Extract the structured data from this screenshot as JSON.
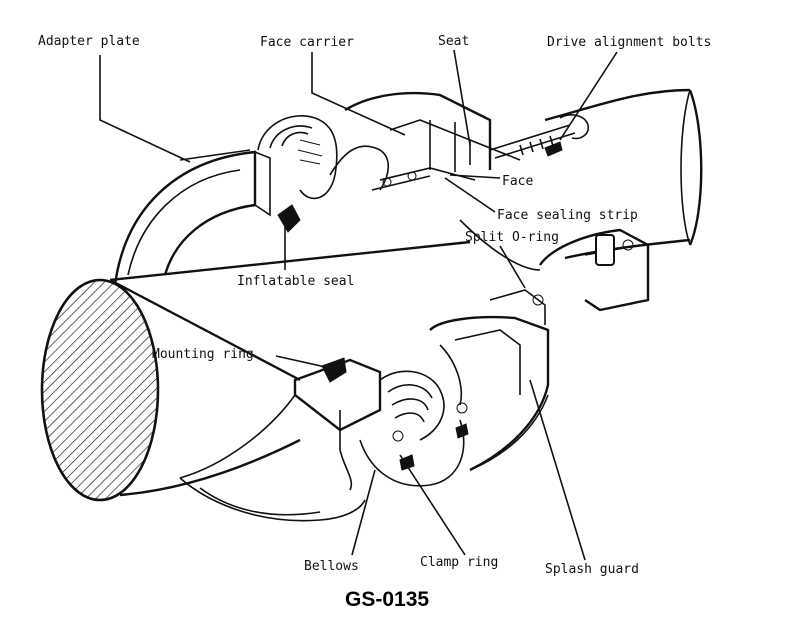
{
  "figure_id": "GS-0135",
  "labels": {
    "adapter_plate": "Adapter plate",
    "face_carrier": "Face carrier",
    "seat": "Seat",
    "drive_alignment_bolts": "Drive alignment bolts",
    "face": "Face",
    "face_sealing_strip": "Face sealing strip",
    "split_o_ring": "Split O-ring",
    "inflatable_seal": "Inflatable seal",
    "mounting_ring": "Mounting ring",
    "bellows": "Bellows",
    "clamp_ring": "Clamp ring",
    "splash_guard": "Splash guard"
  }
}
